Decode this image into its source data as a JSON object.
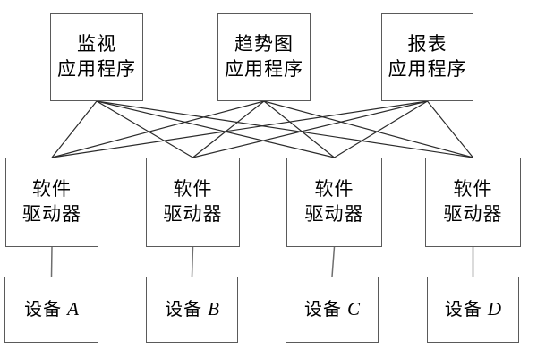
{
  "diagram": {
    "title": "software-driver-architecture",
    "applications": [
      {
        "id": "app-monitor",
        "label": "监视\n应用程序"
      },
      {
        "id": "app-trend",
        "label": "趋势图\n应用程序"
      },
      {
        "id": "app-report",
        "label": "报表\n应用程序"
      }
    ],
    "drivers": [
      {
        "id": "driver-1",
        "label": "软件\n驱动器"
      },
      {
        "id": "driver-2",
        "label": "软件\n驱动器"
      },
      {
        "id": "driver-3",
        "label": "软件\n驱动器"
      },
      {
        "id": "driver-4",
        "label": "软件\n驱动器"
      }
    ],
    "devices": [
      {
        "id": "device-a",
        "prefix": "设备",
        "letter": "A"
      },
      {
        "id": "device-b",
        "prefix": "设备",
        "letter": "B"
      },
      {
        "id": "device-c",
        "prefix": "设备",
        "letter": "C"
      },
      {
        "id": "device-d",
        "prefix": "设备",
        "letter": "D"
      }
    ],
    "edges": [
      {
        "from": "app-monitor",
        "to": "driver-1",
        "type": "mesh"
      },
      {
        "from": "app-monitor",
        "to": "driver-2",
        "type": "mesh"
      },
      {
        "from": "app-monitor",
        "to": "driver-3",
        "type": "mesh"
      },
      {
        "from": "app-monitor",
        "to": "driver-4",
        "type": "mesh"
      },
      {
        "from": "app-trend",
        "to": "driver-1",
        "type": "mesh"
      },
      {
        "from": "app-trend",
        "to": "driver-2",
        "type": "mesh"
      },
      {
        "from": "app-trend",
        "to": "driver-3",
        "type": "mesh"
      },
      {
        "from": "app-trend",
        "to": "driver-4",
        "type": "mesh"
      },
      {
        "from": "app-report",
        "to": "driver-1",
        "type": "mesh"
      },
      {
        "from": "app-report",
        "to": "driver-2",
        "type": "mesh"
      },
      {
        "from": "app-report",
        "to": "driver-3",
        "type": "mesh"
      },
      {
        "from": "app-report",
        "to": "driver-4",
        "type": "mesh"
      },
      {
        "from": "driver-1",
        "to": "device-a",
        "type": "vertical"
      },
      {
        "from": "driver-2",
        "to": "device-b",
        "type": "vertical"
      },
      {
        "from": "driver-3",
        "to": "device-c",
        "type": "vertical"
      },
      {
        "from": "driver-4",
        "to": "device-d",
        "type": "vertical"
      }
    ],
    "colors": {
      "background": "#ffffff",
      "box_border": "#5a5a5a",
      "mesh_line": "#2b2b2b",
      "vertical_line": "#6e6e6e",
      "text": "#000000"
    }
  }
}
